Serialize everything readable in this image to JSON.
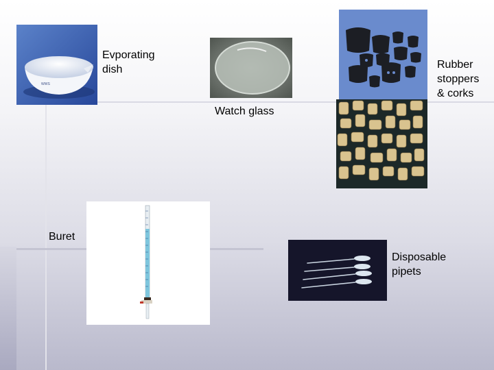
{
  "labels": {
    "evaporating_dish": "Evporating\ndish",
    "watch_glass": "Watch glass",
    "stoppers": "Rubber\nstoppers\n& corks",
    "buret": "Buret",
    "pipets": "Disposable\npipets"
  },
  "colors": {
    "background_top": "#ffffff",
    "background_bottom": "#b9b9cc",
    "dish_background": "#3a63b0",
    "stopper_background": "#5f83c8",
    "cork_background": "#1a2a2a",
    "pipet_background": "#15152a"
  }
}
